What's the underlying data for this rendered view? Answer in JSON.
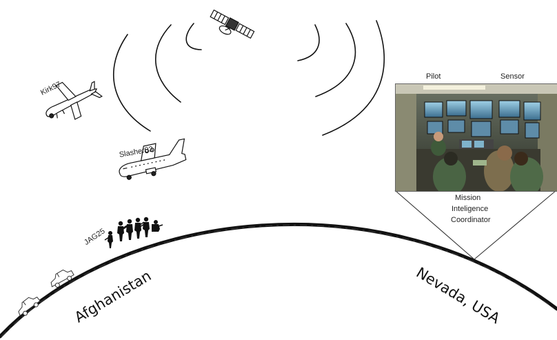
{
  "callsigns": {
    "drone": "Kirk97",
    "aircraft": "Slasher03",
    "ground_team": "JAG25"
  },
  "locations": {
    "left": "Afghanistan",
    "right": "Nevada, USA"
  },
  "crew_roles": {
    "pilot": "Pilot",
    "sensor": "Sensor",
    "mission_line1": "Mission",
    "mission_line2": "Inteligence",
    "mission_line3": "Coordinator"
  },
  "icons": [
    "satellite-icon",
    "drone-icon",
    "cargo-plane-icon",
    "soldiers-icon",
    "vehicle-icon",
    "control-station-photo"
  ]
}
